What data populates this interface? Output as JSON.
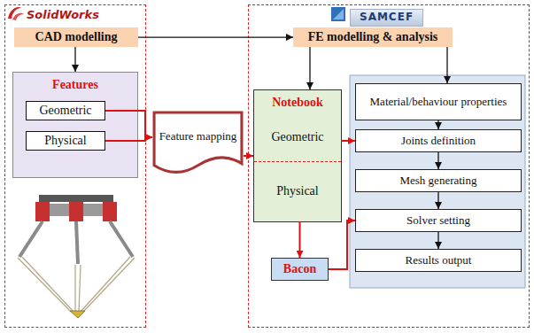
{
  "diagram": {
    "nodes": [
      {
        "text": [
          "SolidWorks"
        ]
      },
      {
        "text": [
          "CAD modelling"
        ],
        "in": 0
      },
      {
        "text": [
          "Features"
        ],
        "in": 0
      },
      {
        "text": [
          "Geometric"
        ],
        "in": 2
      },
      {
        "text": [
          "Physical"
        ],
        "in": 2
      },
      {
        "text": [
          "Feature mapping"
        ]
      },
      {
        "text": [
          "SAMCEF"
        ]
      },
      {
        "text": [
          "FE modelling & analysis"
        ],
        "in": 6
      },
      {
        "text": [
          "Notebook"
        ],
        "in": 6
      },
      {
        "text": [
          "Geometric"
        ],
        "in": 8
      },
      {
        "text": [
          "Physical"
        ],
        "in": 8
      },
      {
        "text": [
          "Bacon"
        ],
        "in": 6
      },
      {
        "text": [
          "Material/behaviour properties"
        ],
        "in": 6
      },
      {
        "text": [
          "Joints definition"
        ],
        "in": 6
      },
      {
        "text": [
          "Mesh generating"
        ],
        "in": 6
      },
      {
        "text": [
          "Solver setting"
        ],
        "in": 6
      },
      {
        "text": [
          "Results output"
        ],
        "in": 6
      }
    ],
    "edges": [
      {
        "from": 1,
        "to": 7,
        "arrow": "to"
      },
      {
        "from": 1,
        "to": 2,
        "arrow": "to"
      },
      {
        "from": 3,
        "to": 5,
        "arrow": "to"
      },
      {
        "from": 4,
        "to": 5,
        "arrow": "to"
      },
      {
        "from": 5,
        "to": 8,
        "arrow": "to"
      },
      {
        "from": 7,
        "to": 8,
        "arrow": "to"
      },
      {
        "from": 7,
        "to": 12,
        "arrow": "to"
      },
      {
        "from": 12,
        "to": 13,
        "arrow": "to"
      },
      {
        "from": 13,
        "to": 14,
        "arrow": "to"
      },
      {
        "from": 14,
        "to": 15,
        "arrow": "to"
      },
      {
        "from": 15,
        "to": 16,
        "arrow": "to"
      },
      {
        "from": 9,
        "to": 13,
        "arrow": "to"
      },
      {
        "from": 10,
        "to": 11,
        "arrow": "to"
      },
      {
        "from": 11,
        "to": 15,
        "arrow": "to"
      }
    ]
  }
}
